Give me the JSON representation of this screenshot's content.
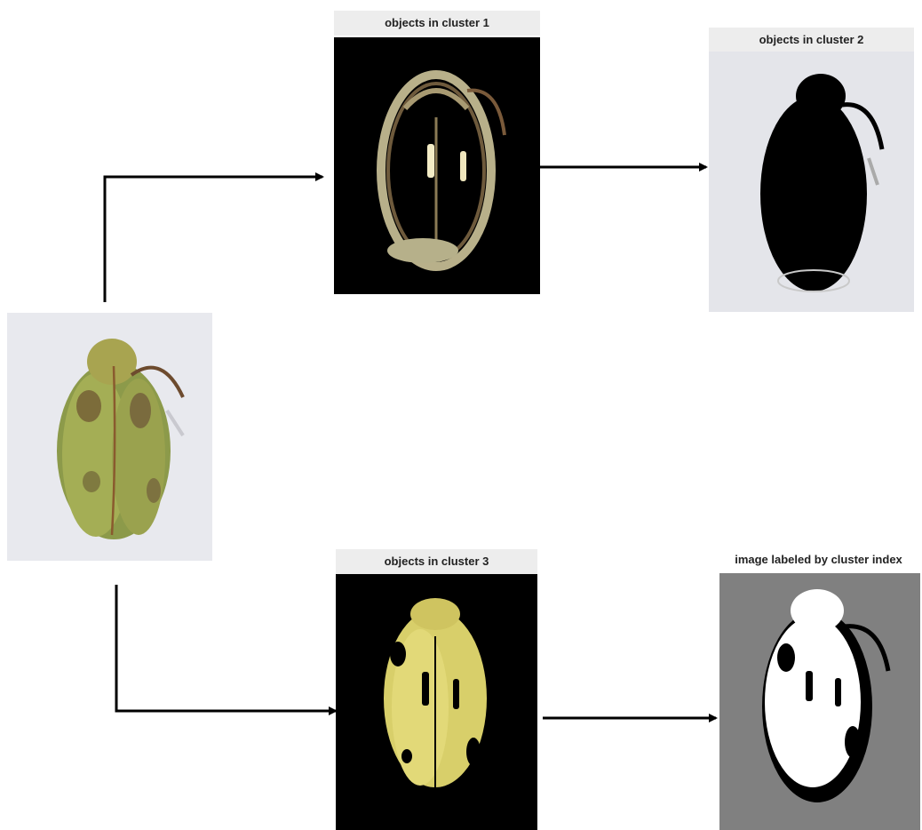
{
  "panels": {
    "cluster1": {
      "title": "objects in cluster 1"
    },
    "cluster2": {
      "title": "objects in cluster 2"
    },
    "cluster3": {
      "title": "objects in cluster 3"
    },
    "labeled": {
      "title": "image labeled by cluster index"
    }
  },
  "colors": {
    "arrow": "#000000",
    "title_bg": "#ededed",
    "cluster_bg": "#000000",
    "labeled_bg": "#808080"
  }
}
